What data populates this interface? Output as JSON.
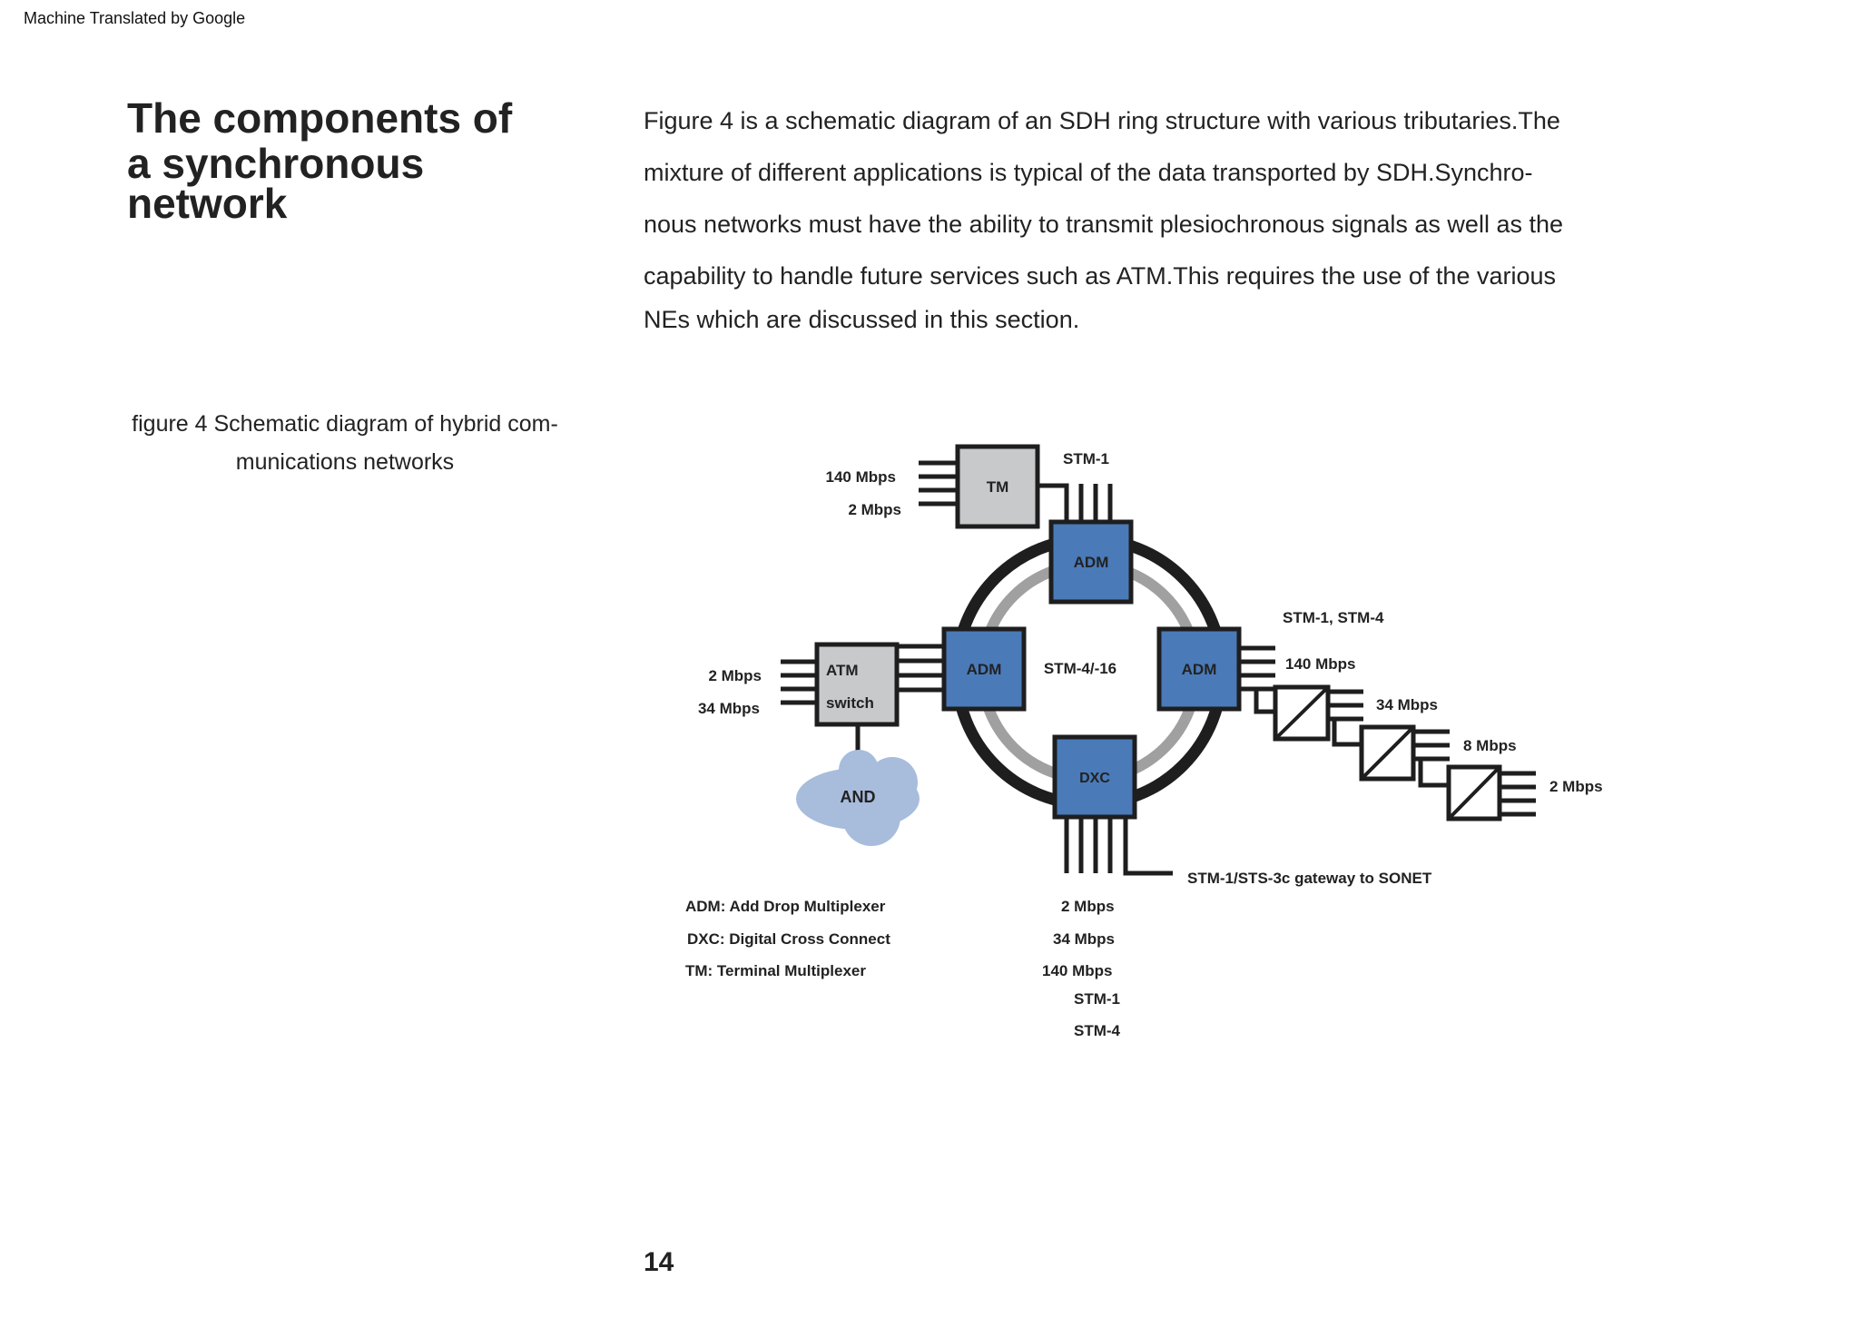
{
  "banner": "Machine Translated by Google",
  "title_lines": [
    "The components of",
    "a synchronous",
    "network"
  ],
  "body_lines": [
    "Figure 4 is a schematic diagram of an SDH ring structure with various tributaries.The",
    "mixture of different applications is typical of the data transported by SDH.Synchro-",
    "nous networks must have the ability to transmit plesiochronous signals as well as the",
    "capability to handle future services such as ATM.This requires the use of the various",
    "NEs which are discussed in this section."
  ],
  "caption_lines": [
    "figure 4 Schematic diagram of hybrid com-",
    "munications networks"
  ],
  "page_number": "14",
  "diagram": {
    "nodes": {
      "tm": "TM",
      "adm_top": "ADM",
      "adm_left": "ADM",
      "adm_right": "ADM",
      "dxc": "DXC",
      "atm_line1": "ATM",
      "atm_line2": "switch",
      "cloud": "AND"
    },
    "ring_label": "STM-4/-16",
    "labels": {
      "tm_140": "140 Mbps",
      "tm_2": "2 Mbps",
      "tm_stm1": "STM-1",
      "atm_2": "2 Mbps",
      "atm_34": "34 Mbps",
      "right_stm": "STM-1, STM-4",
      "right_140": "140 Mbps",
      "right_34": "34 Mbps",
      "right_8": "8 Mbps",
      "right_2": "2 Mbps",
      "gateway": "STM-1/STS-3c gateway to SONET",
      "dxc_2": "2 Mbps",
      "dxc_34": "34 Mbps",
      "dxc_140": "140 Mbps",
      "dxc_stm1": "STM-1",
      "dxc_stm4": "STM-4"
    },
    "legend": [
      "ADM: Add Drop Multiplexer",
      "DXC: Digital Cross Connect",
      "TM: Terminal Multiplexer"
    ],
    "colors": {
      "ne_blue": "#4a7ab8",
      "ne_gray": "#c8c9cb",
      "ring_dark": "#1e1e1e",
      "ring_light": "#a0a0a0",
      "cloud": "#a8bcdc"
    }
  }
}
